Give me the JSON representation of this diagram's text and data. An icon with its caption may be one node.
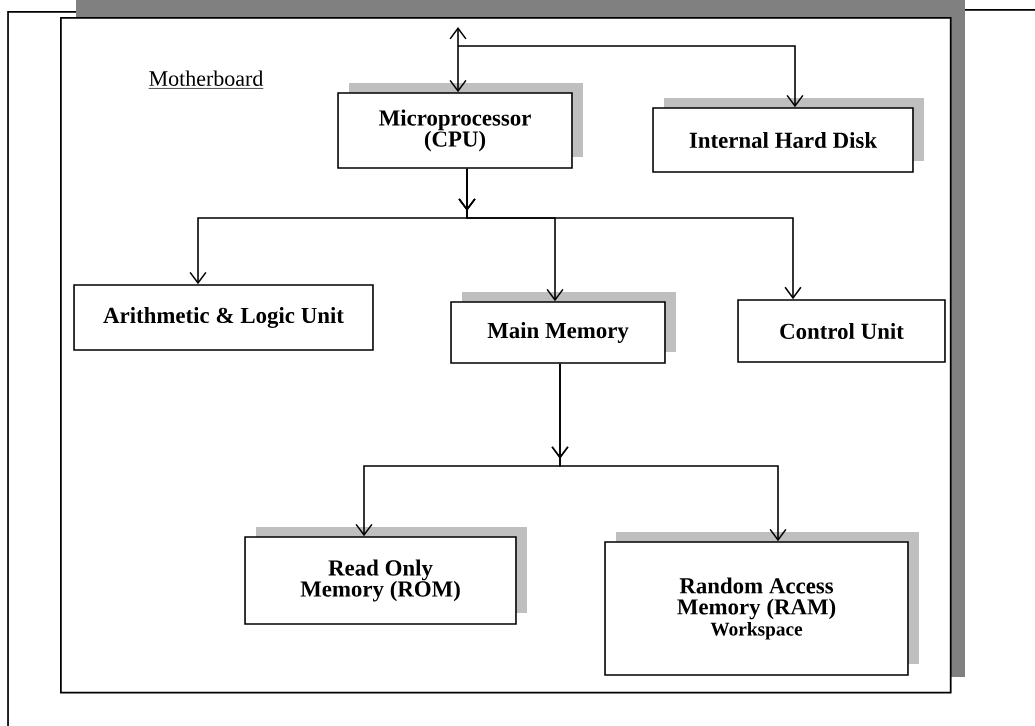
{
  "diagram": {
    "nodes": [
      {
        "text": [
          "Motherboard"
        ]
      },
      {
        "text": [
          "Microprocessor (CPU)"
        ],
        "in": 0
      },
      {
        "text": [
          "Internal Hard Disk"
        ],
        "in": 0
      },
      {
        "text": [
          "Arithmetic & Logic Unit"
        ],
        "in": 0
      },
      {
        "text": [
          "Main Memory"
        ],
        "in": 0
      },
      {
        "text": [
          "Control Unit"
        ],
        "in": 0
      },
      {
        "text": [
          "Read Only Memory (ROM)"
        ],
        "in": 0
      },
      {
        "text": [
          "Random Access Memory (RAM)",
          "Workspace"
        ],
        "in": 0
      }
    ],
    "edges": [
      {
        "from": null,
        "to": 1,
        "arrow": "both"
      },
      {
        "from": null,
        "to": 2,
        "arrow": "to"
      },
      {
        "from": 1,
        "to": 3,
        "arrow": "to"
      },
      {
        "from": 1,
        "to": 4,
        "arrow": "to"
      },
      {
        "from": 1,
        "to": 5,
        "arrow": "to"
      },
      {
        "from": 4,
        "to": 6,
        "arrow": "to"
      },
      {
        "from": 4,
        "to": 7,
        "arrow": "to"
      }
    ]
  }
}
